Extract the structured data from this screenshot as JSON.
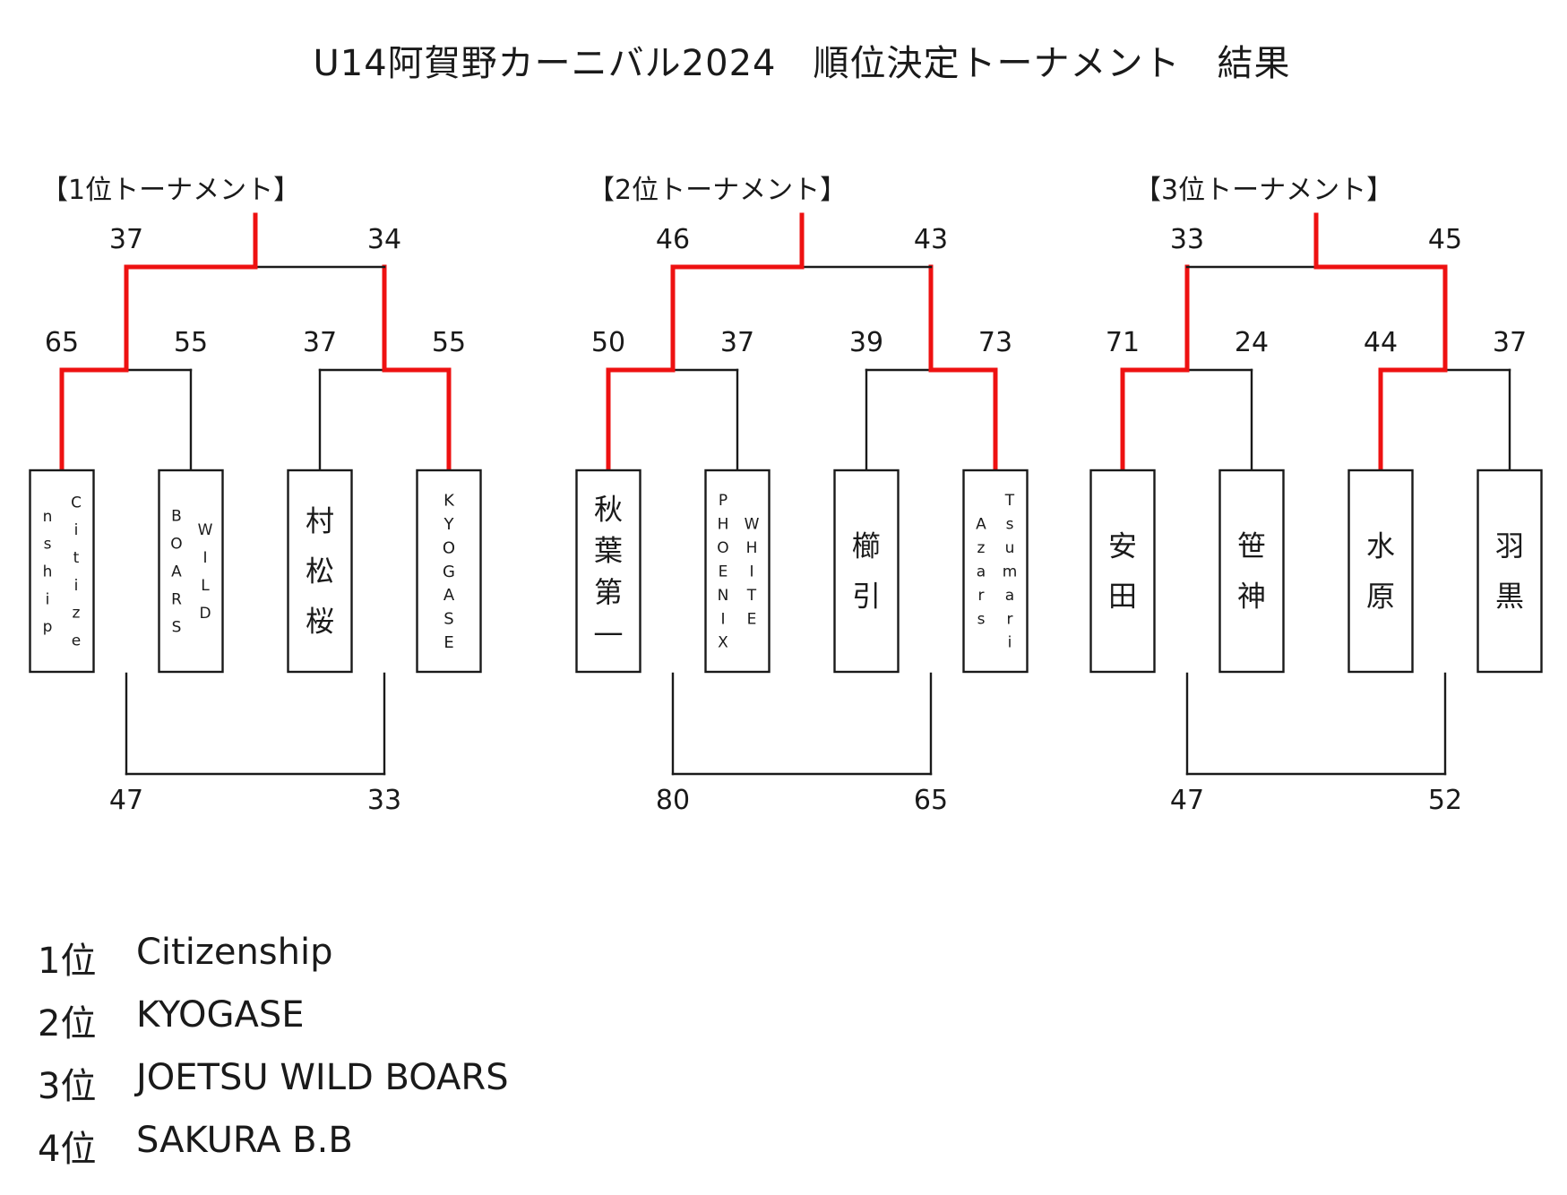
{
  "title": "U14阿賀野カーニバル2024　順位決定トーナメント　結果",
  "colors": {
    "winner_line": "#ee1111",
    "line": "#1a1a1a"
  },
  "brackets": [
    {
      "label": "【1位トーナメント】",
      "teams": [
        {
          "columns": [
            "Citize",
            "nship"
          ]
        },
        {
          "columns": [
            "WILD",
            "BOARS"
          ]
        },
        {
          "columns": [
            "村松桜"
          ]
        },
        {
          "columns": [
            "KYOGASE"
          ]
        }
      ],
      "round1": [
        {
          "scores": [
            65,
            55
          ],
          "winner": 0
        },
        {
          "scores": [
            37,
            55
          ],
          "winner": 1
        }
      ],
      "final": {
        "scores": [
          37,
          34
        ],
        "winner": 0
      },
      "third_place": {
        "scores": [
          47,
          33
        ]
      }
    },
    {
      "label": "【2位トーナメント】",
      "teams": [
        {
          "columns": [
            "秋葉第一"
          ]
        },
        {
          "columns": [
            "WHITE",
            "PHOENIX"
          ]
        },
        {
          "columns": [
            "櫛引"
          ]
        },
        {
          "columns": [
            "Tsumari",
            "Azars"
          ]
        }
      ],
      "round1": [
        {
          "scores": [
            50,
            37
          ],
          "winner": 0
        },
        {
          "scores": [
            39,
            73
          ],
          "winner": 1
        }
      ],
      "final": {
        "scores": [
          46,
          43
        ],
        "winner": 0
      },
      "third_place": {
        "scores": [
          80,
          65
        ]
      }
    },
    {
      "label": "【3位トーナメント】",
      "teams": [
        {
          "columns": [
            "安田"
          ]
        },
        {
          "columns": [
            "笹神"
          ]
        },
        {
          "columns": [
            "水原"
          ]
        },
        {
          "columns": [
            "羽黒"
          ]
        }
      ],
      "round1": [
        {
          "scores": [
            71,
            24
          ],
          "winner": 0
        },
        {
          "scores": [
            44,
            37
          ],
          "winner": 0
        }
      ],
      "final": {
        "scores": [
          33,
          45
        ],
        "winner": 1
      },
      "third_place": {
        "scores": [
          47,
          52
        ]
      }
    }
  ],
  "results": [
    {
      "rank": "1位",
      "team": "Citizenship"
    },
    {
      "rank": "2位",
      "team": "KYOGASE"
    },
    {
      "rank": "3位",
      "team": "JOETSU WILD BOARS"
    },
    {
      "rank": "4位",
      "team": "SAKURA B.B"
    }
  ]
}
